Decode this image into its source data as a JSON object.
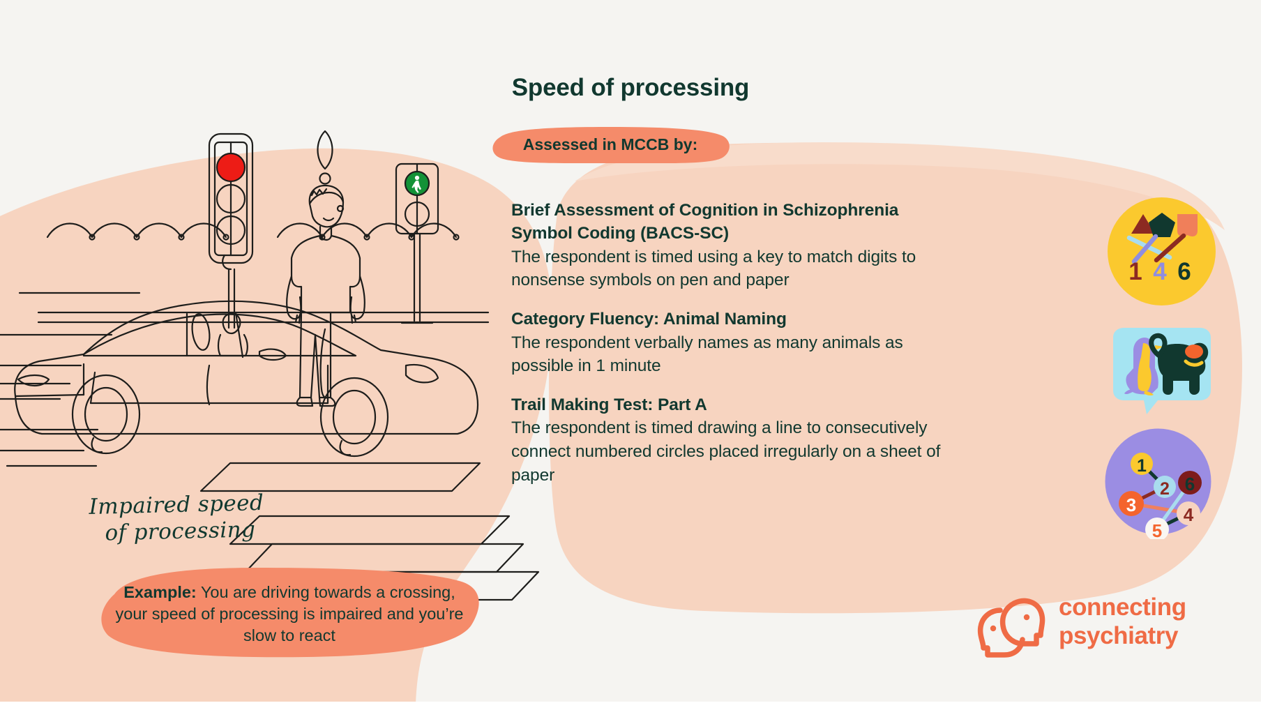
{
  "page": {
    "title": "Speed of processing",
    "background_color": "#f5f4f1",
    "blob_color": "#f7d4c0",
    "accent_color": "#ef6b45",
    "text_color": "#11382f"
  },
  "illustration": {
    "caption_line1": "Impaired speed",
    "caption_line2": "of processing",
    "traffic_light": {
      "name": "traffic-light",
      "active_lamp": "red",
      "lamp_color": "#ed1c16"
    },
    "pedestrian_signal": {
      "name": "pedestrian-signal",
      "active_lamp": "green-walk",
      "lamp_color": "#139237"
    },
    "alert_marker": "!",
    "elements": [
      "car",
      "pedestrian",
      "zebra-crossing",
      "speed-lines",
      "railing"
    ]
  },
  "example": {
    "label": "Example:",
    "text": " You are driving towards a crossing, your speed of processing is impaired and you’re slow to react",
    "background_color": "#f58b6a"
  },
  "assessed": {
    "badge_label": "Assessed in MCCB by:",
    "badge_color": "#f58b6a"
  },
  "items": [
    {
      "title": "Brief Assessment of Cognition in Schizophrenia Symbol Coding (BACS-SC)",
      "description": "The respondent is timed using a key to match digits to nonsense symbols on pen and paper",
      "icon": {
        "name": "symbol-coding-icon",
        "background": "#fbc92e",
        "shape": "circle",
        "digits": [
          "1",
          "4",
          "6"
        ],
        "digit_colors": [
          "#8c2a22",
          "#8f8de0",
          "#11382f"
        ],
        "symbol_colors": [
          "#8c2a22",
          "#11382f",
          "#f07f5a"
        ],
        "line_colors": [
          "#a9dcee",
          "#8f8de0",
          "#8c2a22"
        ]
      }
    },
    {
      "title": "Category Fluency: Animal Naming",
      "description": "The respondent verbally names as many animals as possible in 1 minute",
      "icon": {
        "name": "animal-naming-icon",
        "background": "#a5e4f2",
        "shape": "speech-bubble",
        "animals": [
          "penguin",
          "dog"
        ],
        "penguin_color": "#9b8de3",
        "penguin_accent": "#fbc92e",
        "dog_color": "#11382f",
        "ball_color": "#f4642d",
        "collar_color": "#fbc92e"
      }
    },
    {
      "title": "Trail Making Test: Part A",
      "description": "The respondent is timed drawing a line to consecutively connect numbered circles placed irregularly on a sheet of paper",
      "icon": {
        "name": "trail-making-icon",
        "background": "#9b8de3",
        "shape": "circle",
        "nodes": [
          {
            "label": "1",
            "fill": "#fbc92e",
            "text": "#11382f"
          },
          {
            "label": "2",
            "fill": "#a9dcee",
            "text": "#8c2a22"
          },
          {
            "label": "3",
            "fill": "#f4642d",
            "text": "#ffffff"
          },
          {
            "label": "4",
            "fill": "#f7d4c0",
            "text": "#8c2a22"
          },
          {
            "label": "5",
            "fill": "#faf6f2",
            "text": "#f4642d"
          },
          {
            "label": "6",
            "fill": "#7d1c1c",
            "text": "#11382f"
          }
        ],
        "link_colors": [
          "#11382f",
          "#8c2a22",
          "#f0805f",
          "#11382f",
          "#a9dcee"
        ]
      }
    }
  ],
  "logo": {
    "line1": "connecting",
    "line2": "psychiatry",
    "color": "#ef6b45",
    "mark": "two-heads-icon"
  }
}
